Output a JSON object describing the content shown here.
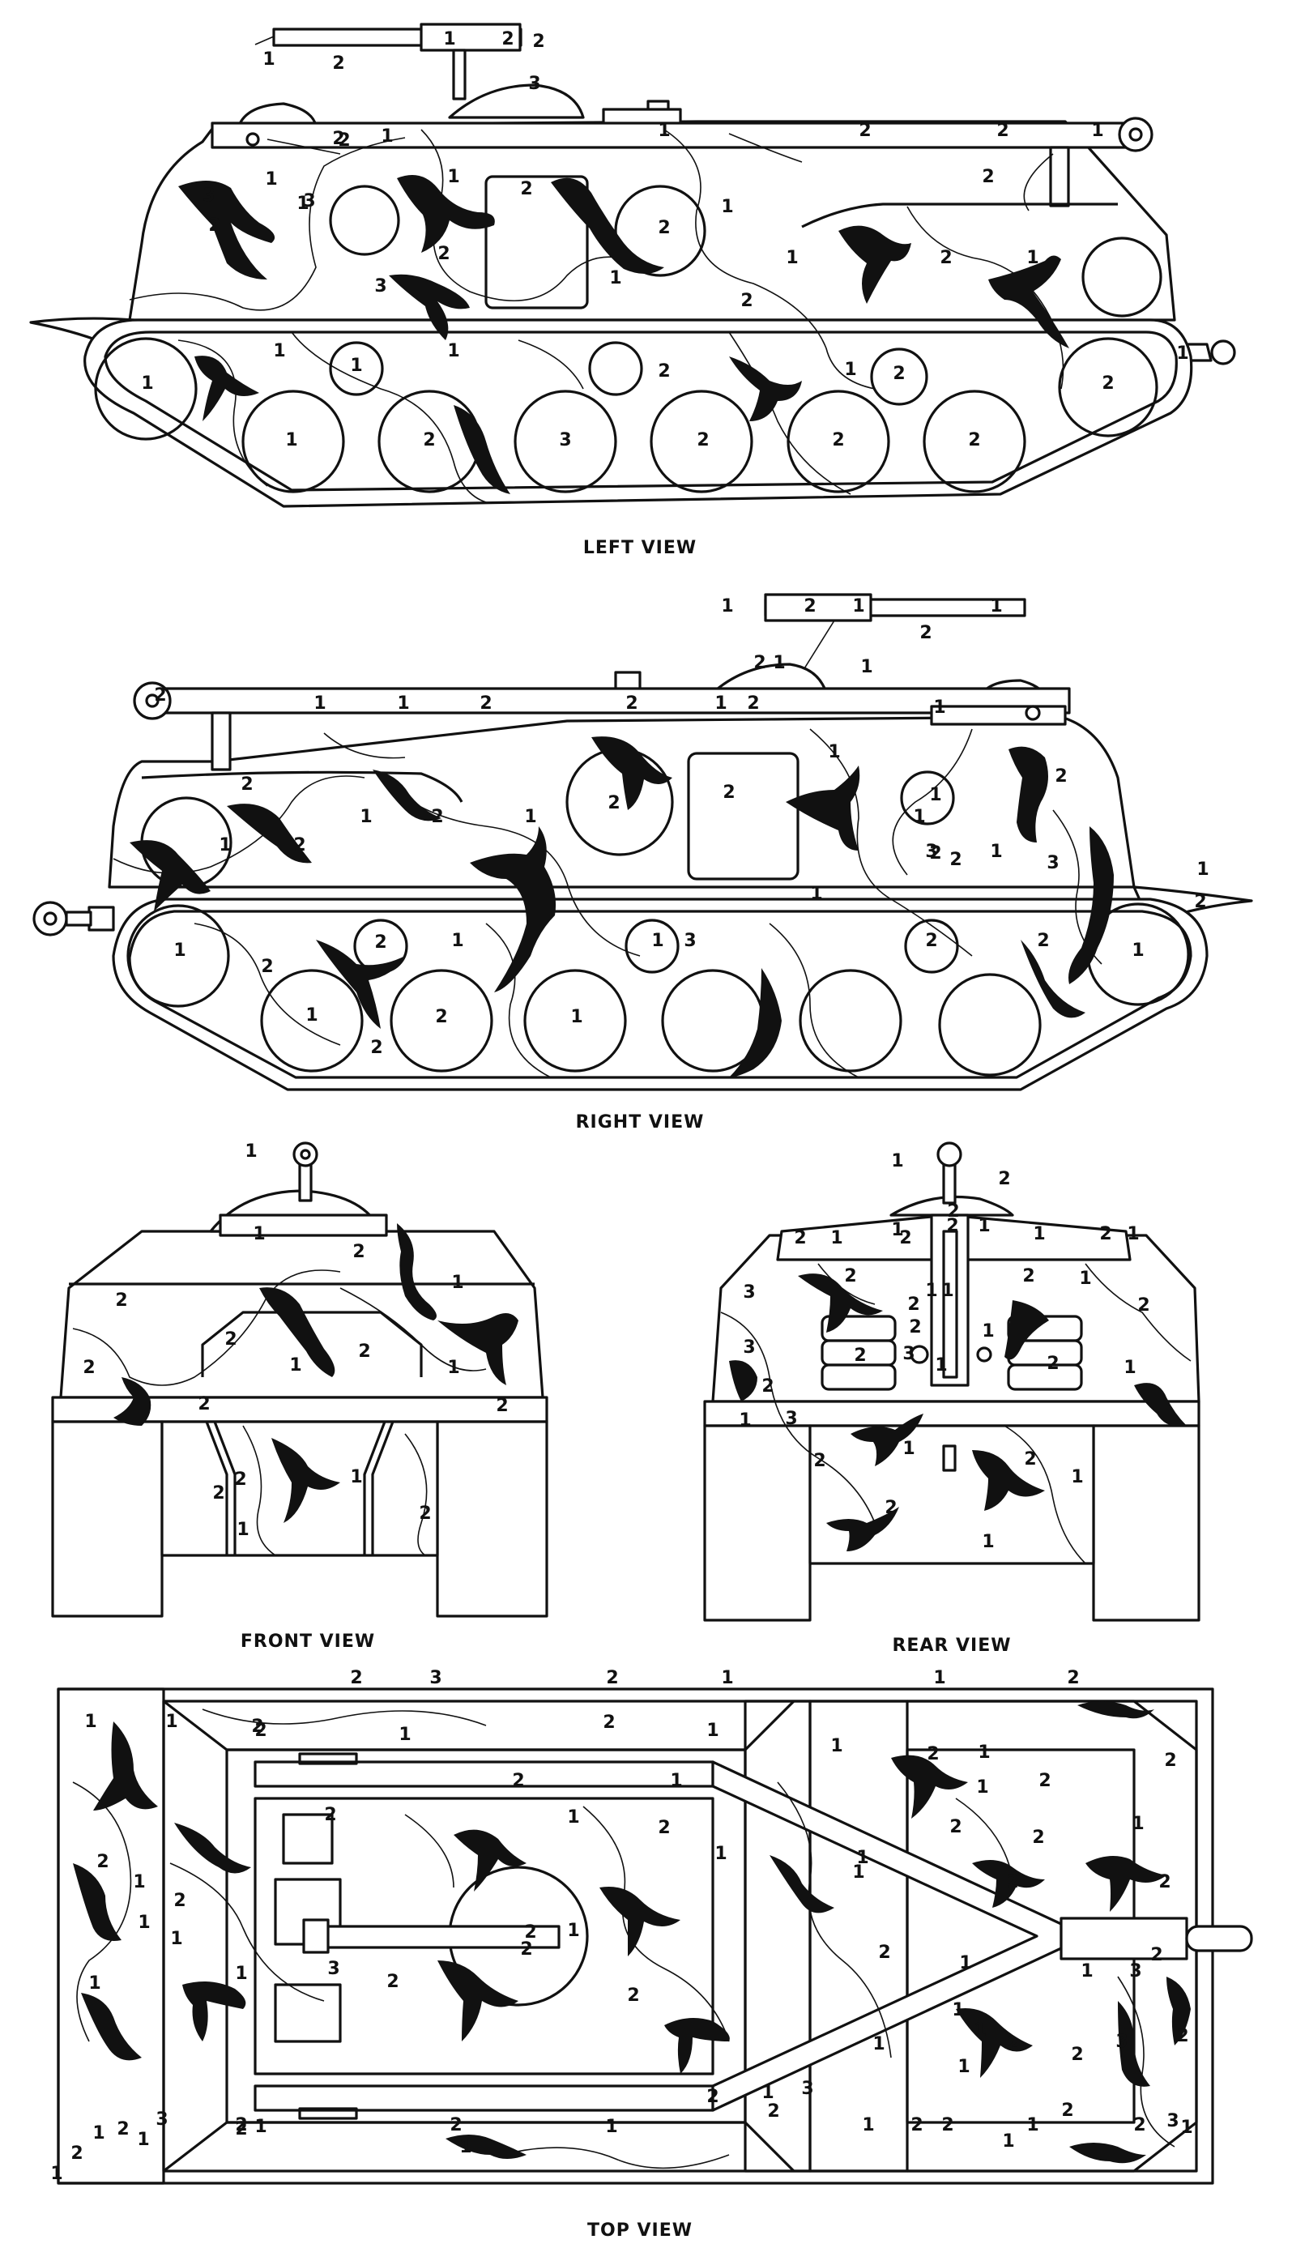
{
  "captions": {
    "left": "LEFT VIEW",
    "right": "RIGHT VIEW",
    "front": "FRONT VIEW",
    "rear": "REAR VIEW",
    "top": "TOP VIEW"
  },
  "views": [
    {
      "key": "left",
      "color_labels": [
        "1",
        "2",
        "2",
        "1",
        "2",
        "3",
        "1",
        "2",
        "1",
        "2",
        "1",
        "2",
        "2",
        "1",
        "3",
        "1",
        "2",
        "1",
        "2",
        "1",
        "2",
        "3",
        "3",
        "2",
        "1",
        "2",
        "1",
        "2",
        "1",
        "2",
        "1",
        "2",
        "1",
        "1",
        "1",
        "2",
        "1",
        "2",
        "1",
        "2",
        "3",
        "1",
        "2",
        "2",
        "2"
      ]
    },
    {
      "key": "right",
      "color_labels": [
        "1",
        "2",
        "1",
        "2",
        "1",
        "2",
        "1",
        "1",
        "2",
        "1",
        "2",
        "1",
        "2",
        "1",
        "2",
        "1",
        "2",
        "1",
        "2",
        "1",
        "3",
        "1",
        "2",
        "1",
        "2",
        "1",
        "3",
        "2",
        "1",
        "2",
        "1",
        "2",
        "1",
        "1",
        "2",
        "2",
        "1",
        "2",
        "1",
        "2",
        "2",
        "1",
        "2",
        "1",
        "3",
        "1",
        "2",
        "1",
        "2"
      ]
    },
    {
      "key": "front",
      "color_labels": [
        "1",
        "1",
        "2",
        "2",
        "1",
        "2",
        "1",
        "2",
        "1",
        "2",
        "2",
        "2",
        "1",
        "2",
        "2",
        "1",
        "2"
      ]
    },
    {
      "key": "rear",
      "color_labels": [
        "1",
        "1",
        "2",
        "2",
        "1",
        "2",
        "1",
        "2",
        "1",
        "2",
        "1",
        "2",
        "3",
        "2",
        "1",
        "2",
        "1",
        "2",
        "2",
        "2",
        "1",
        "1",
        "2",
        "3",
        "1",
        "2",
        "1",
        "3",
        "2",
        "3",
        "1",
        "2",
        "1",
        "2",
        "1",
        "2",
        "1"
      ]
    },
    {
      "key": "top",
      "color_labels": [
        "2",
        "3",
        "2",
        "1",
        "1",
        "2",
        "1",
        "1",
        "2",
        "1",
        "2",
        "1",
        "2",
        "2",
        "1",
        "1",
        "2",
        "1",
        "2",
        "1",
        "2",
        "1",
        "2",
        "1",
        "2",
        "1",
        "1",
        "2",
        "1",
        "2",
        "2",
        "1",
        "2",
        "1",
        "1",
        "2",
        "2",
        "1",
        "2",
        "1",
        "2",
        "3",
        "2",
        "2",
        "1",
        "2",
        "1",
        "2",
        "1",
        "3",
        "2",
        "1",
        "1",
        "2",
        "1",
        "2",
        "3",
        "1",
        "3",
        "1",
        "2",
        "2",
        "1",
        "2",
        "1",
        "2",
        "1",
        "2",
        "1",
        "2",
        "1",
        "3",
        "2",
        "1",
        "2",
        "2",
        "1",
        "3",
        "2",
        "1",
        "1",
        "2",
        "1"
      ]
    }
  ]
}
